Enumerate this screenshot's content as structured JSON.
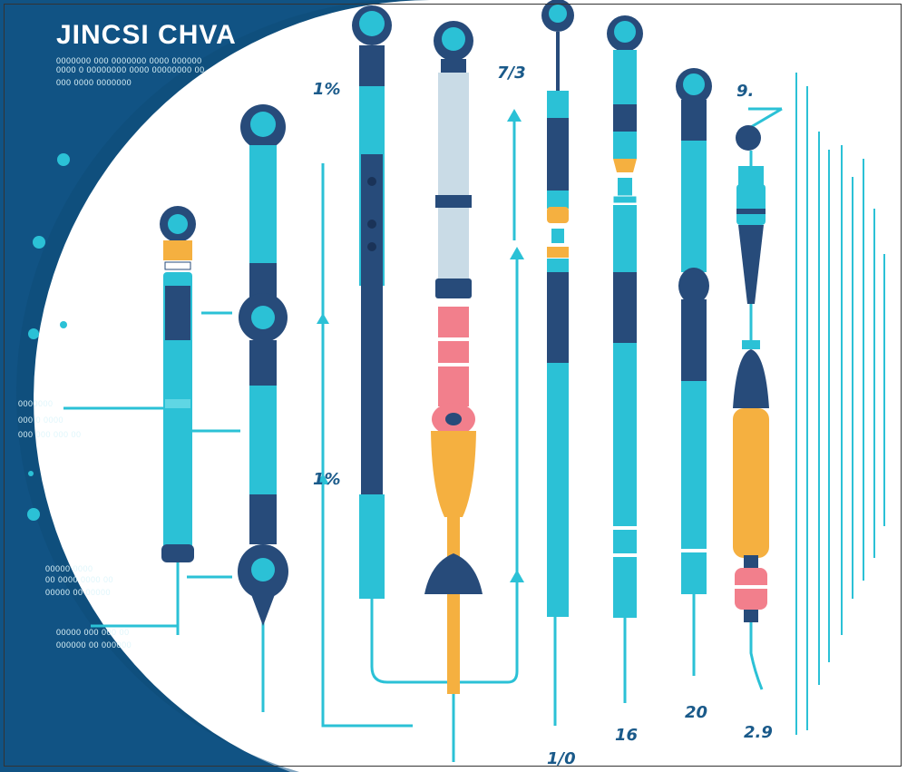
{
  "title": "JINCSI CHVA",
  "captions": [
    "0000000 000 0000000 0000 000000",
    "0000 0 00000000 0000 00000000 00",
    "000 0000 0000000",
    "0000000",
    "000 0 0000",
    "000 000 000 00",
    "00000 0000",
    "00 0000 0000 00",
    "00000 00 00000",
    "00000 000 000 00",
    "000000 00 000000"
  ],
  "labels": [
    "1%",
    "7/3",
    "9.",
    "1%",
    "16",
    "20",
    "2.9",
    "1/0"
  ],
  "colors": {
    "deep_blue": "#0f4f7d",
    "navy": "#274b7a",
    "teal": "#2bc1d6",
    "light_teal": "#5fd6e4",
    "orange": "#f5b040",
    "pink": "#f27f8c",
    "pale_blue": "#c9dbe6"
  }
}
